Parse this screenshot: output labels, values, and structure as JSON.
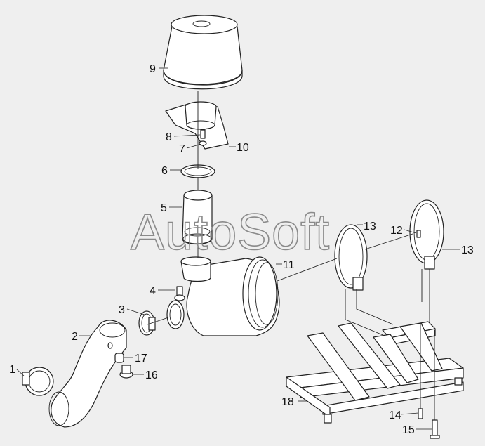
{
  "watermark": "AutoSoft",
  "callouts": [
    "1",
    "2",
    "3",
    "4",
    "5",
    "6",
    "7",
    "8",
    "9",
    "10",
    "11",
    "12",
    "13",
    "13",
    "14",
    "15",
    "16",
    "17",
    "18"
  ]
}
